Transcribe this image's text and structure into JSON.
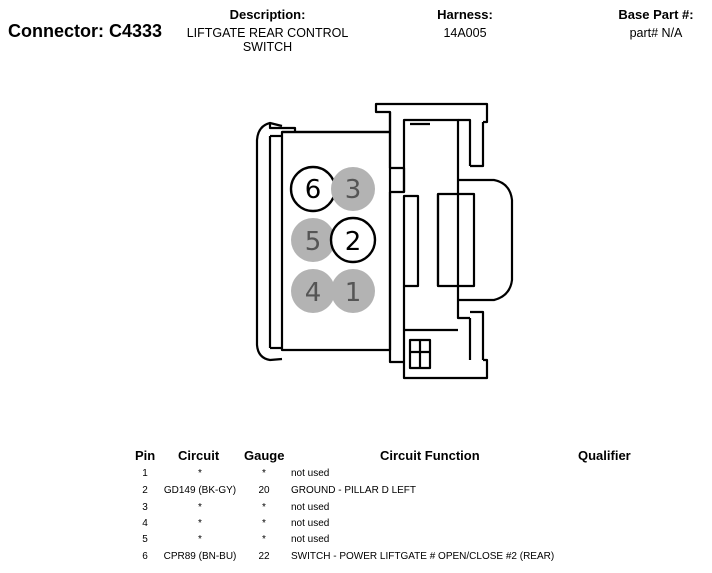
{
  "header": {
    "connector_label": "Connector: C4333",
    "description_label": "Description:",
    "description_line1": "LIFTGATE REAR CONTROL",
    "description_line2": "SWITCH",
    "harness_label": "Harness:",
    "harness_value": "14A005",
    "base_part_label": "Base Part #:",
    "base_part_value": "part# N/A"
  },
  "pins_diagram": [
    {
      "number": "6",
      "filled": false
    },
    {
      "number": "3",
      "filled": true
    },
    {
      "number": "5",
      "filled": true
    },
    {
      "number": "2",
      "filled": false
    },
    {
      "number": "4",
      "filled": true
    },
    {
      "number": "1",
      "filled": true
    }
  ],
  "colors": {
    "pin_fill": "#b3b3b3",
    "pin_text": "#555555",
    "outline": "#000000"
  },
  "table": {
    "headers": {
      "pin": "Pin",
      "circuit": "Circuit",
      "gauge": "Gauge",
      "function": "Circuit Function",
      "qualifier": "Qualifier"
    },
    "rows": [
      {
        "pin": "1",
        "circuit": "*",
        "gauge": "*",
        "function": "not used",
        "qualifier": ""
      },
      {
        "pin": "2",
        "circuit": "GD149 (BK-GY)",
        "gauge": "20",
        "function": "GROUND - PILLAR D LEFT",
        "qualifier": ""
      },
      {
        "pin": "3",
        "circuit": "*",
        "gauge": "*",
        "function": "not used",
        "qualifier": ""
      },
      {
        "pin": "4",
        "circuit": "*",
        "gauge": "*",
        "function": "not used",
        "qualifier": ""
      },
      {
        "pin": "5",
        "circuit": "*",
        "gauge": "*",
        "function": "not used",
        "qualifier": ""
      },
      {
        "pin": "6",
        "circuit": "CPR89 (BN-BU)",
        "gauge": "22",
        "function": "SWITCH - POWER LIFTGATE # OPEN/CLOSE #2 (REAR)",
        "qualifier": ""
      }
    ]
  }
}
